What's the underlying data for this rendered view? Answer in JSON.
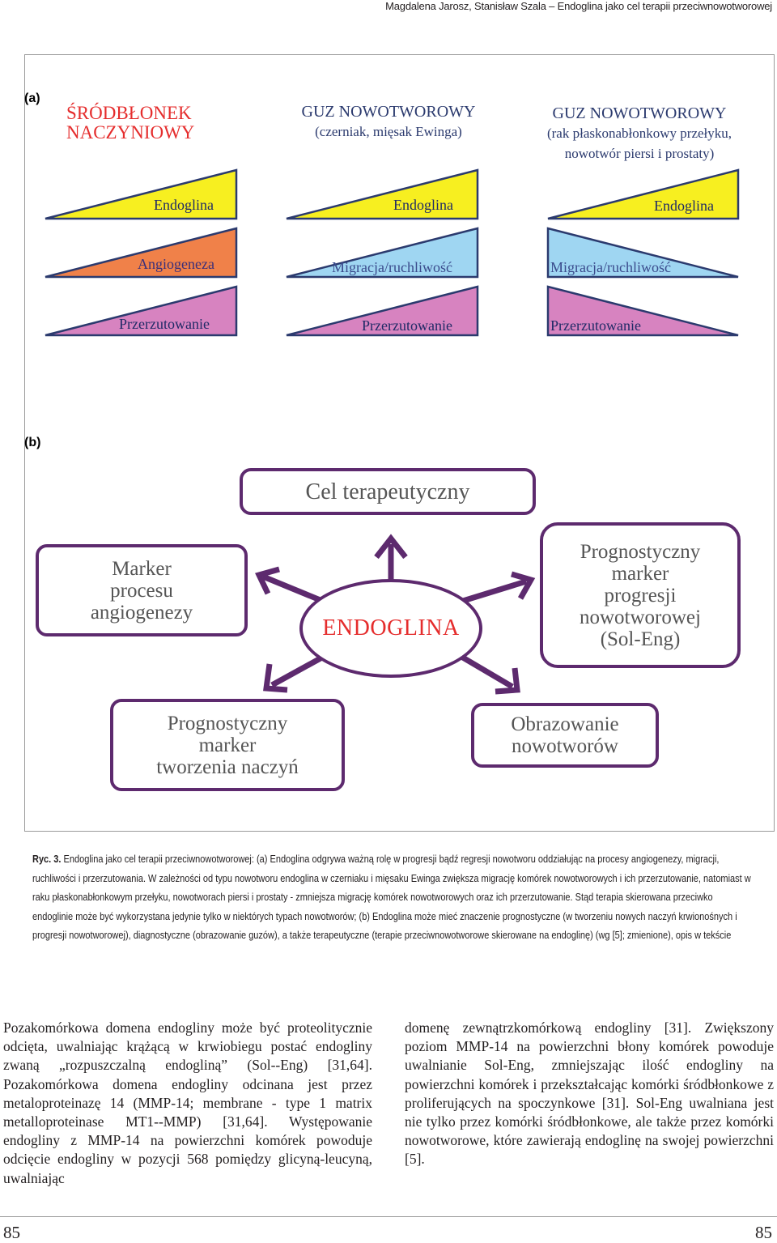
{
  "header": {
    "running_title": "Magdalena Jarosz, Stanisław Szala – Endoglina jako cel terapii przeciwnowotworowej"
  },
  "panel_a": {
    "label": "(a)",
    "columns": [
      {
        "title_lines": [
          "ŚRÓDBŁONEK",
          "NACZYNIOWY"
        ],
        "subtitle_lines": [],
        "triangles": [
          "Endoglina",
          "Angiogeneza",
          "Przerzutowanie"
        ]
      },
      {
        "title_lines": [
          "GUZ NOWOTWOROWY"
        ],
        "subtitle_lines": [
          "(czerniak, mięsak Ewinga)"
        ],
        "triangles": [
          "Endoglina",
          "Migracja/ruchliwość",
          "Przerzutowanie"
        ]
      },
      {
        "title_lines": [
          "GUZ NOWOTWOROWY"
        ],
        "subtitle_lines": [
          "(rak płaskonabłonkowy przełyku,",
          "nowotwór piersi i prostaty)"
        ],
        "triangles": [
          "Endoglina",
          "Migracja/ruchliwość",
          "Przerzutowanie"
        ]
      }
    ],
    "colors": {
      "endoglina": "#f7ef20",
      "angiogeneza": "#f08149",
      "migracja": "#9fd6f2",
      "przerzutowanie": "#d783c0",
      "outline": "#2b3a6e"
    }
  },
  "panel_b": {
    "label": "(b)",
    "center": "ENDOGLINA",
    "top_box": "Cel terapeutyczny",
    "left_box": [
      "Marker",
      "procesu",
      "angiogenezy"
    ],
    "right_box": [
      "Prognostyczny",
      "marker",
      "progresji",
      "nowotworowej",
      "(Sol-Eng)"
    ],
    "bottom_left_box": [
      "Prognostyczny",
      "marker",
      "tworzenia naczyń"
    ],
    "bottom_right_box": [
      "Obrazowanie",
      "nowotworów"
    ],
    "arrow_color": "#5d2a6e"
  },
  "caption": {
    "label": "Ryc. 3.",
    "text": " Endoglina jako cel terapii przeciwnowotworowej: (a) Endoglina odgrywa ważną rolę w progresji bądź regresji nowotworu oddziałując na procesy angiogenezy, migracji, ruchliwości i przerzutowania. W zależności od typu nowotworu endoglina w czerniaku i mięsaku Ewinga zwiększa migrację komórek nowotworowych i ich przerzutowanie, natomiast w raku płaskonabłonkowym przełyku, nowotworach piersi i prostaty - zmniejsza migrację komórek nowotworowych oraz ich przerzutowanie.  Stąd terapia skierowana przeciwko endoglinie może być wykorzystana jedynie tylko w niektórych typach nowotworów; (b) Endoglina może mieć znaczenie prognostyczne (w tworzeniu nowych naczyń krwionośnych i progresji nowotworowej), diagnostyczne (obrazowanie guzów), a także terapeutyczne (terapie przeciwnowotworowe skierowane na endoglinę) (wg [5]; zmienione), opis  w tekście"
  },
  "body": {
    "left_column": "Pozakomórkowa domena endogliny może być proteolitycznie odcięta, uwalniając krążącą w krwiobiegu postać endogliny zwaną „rozpuszczalną endogliną” (Sol--Eng) [31,64]. Pozakomórkowa domena endogliny odcinana jest przez metaloproteinazę 14 (MMP-14; membrane - type 1 matrix metalloproteinase MT1--MMP) [31,64]. Występowanie endogliny z MMP-14 na powierzchni komórek powoduje odcięcie endogliny w pozycji 568 pomiędzy glicyną-leucyną, uwalniając",
    "right_column": "domenę zewnątrzkomórkową endogliny [31]. Zwiększony poziom MMP-14 na powierzchni błony komórek powoduje uwalnianie Sol-Eng, zmniejszając ilość endogliny na powierzchni komórek i przekształcając komórki śródbłonkowe z proliferujących na spoczynkowe [31]. Sol-Eng uwalniana jest nie tylko przez komórki śródbłonkowe, ale także przez komórki nowotworowe, które zawierają endoglinę na swojej powierzchni [5]."
  },
  "footer": {
    "page_left": "85",
    "page_right": "85"
  }
}
